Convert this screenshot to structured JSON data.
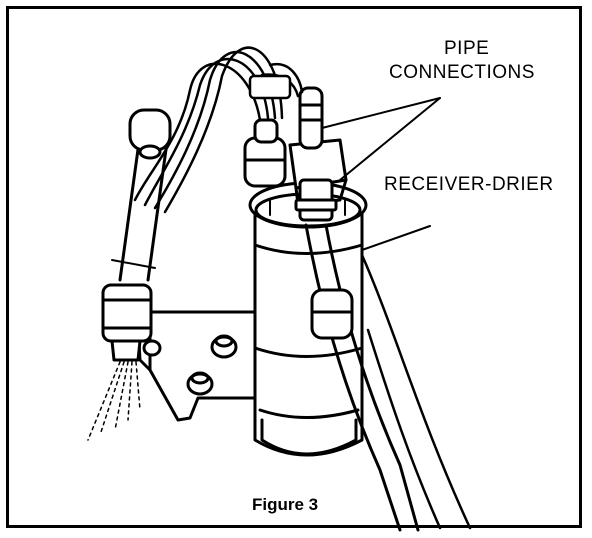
{
  "labels": {
    "pipe_line1": "PIPE",
    "pipe_line2": "CONNECTIONS",
    "receiver": "RECEIVER-DRIER"
  },
  "caption": "Figure 3",
  "colors": {
    "ink": "#000000",
    "paper": "#ffffff"
  }
}
